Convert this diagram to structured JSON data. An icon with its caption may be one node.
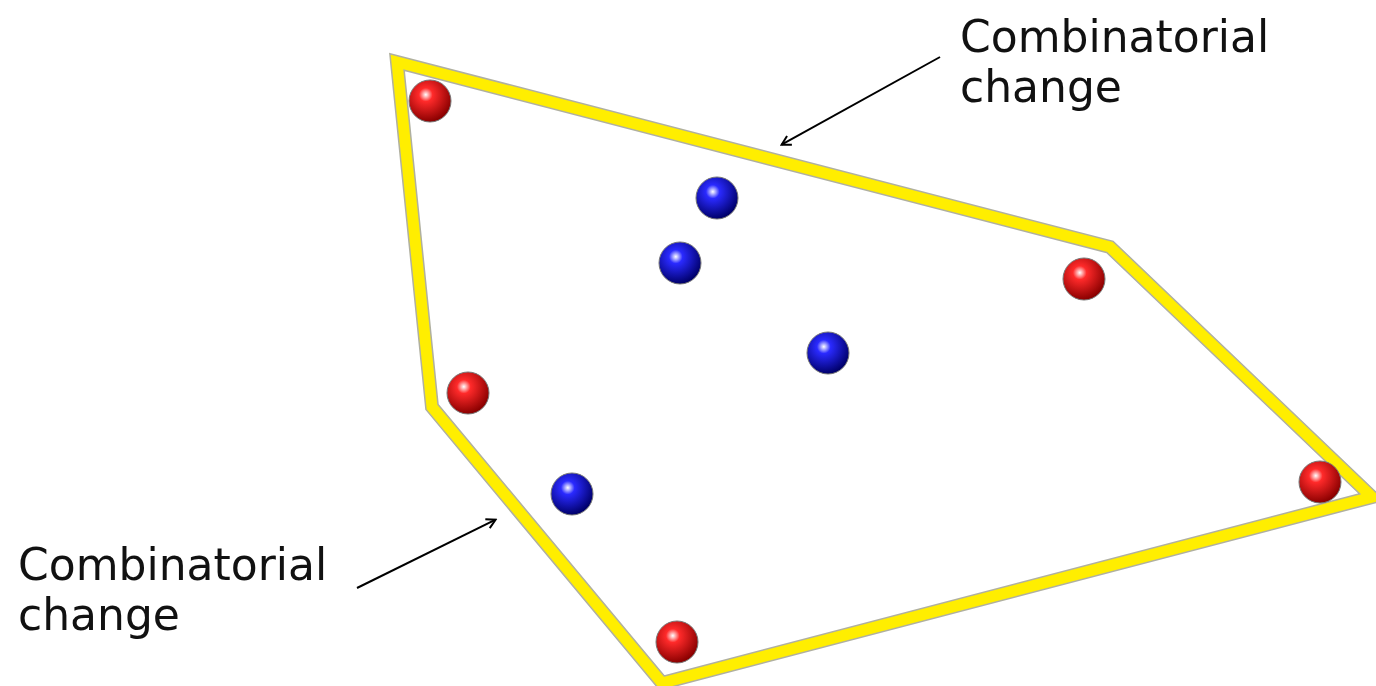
{
  "diagram": {
    "nodes": [
      {
        "text": [
          "Combinatorial change"
        ]
      },
      {
        "text": [
          "Combinatorial change"
        ]
      },
      {
        "text": [],
        "shape": "polygon"
      }
    ],
    "edges": [
      {
        "from": 0,
        "to": 2,
        "arrow": "to"
      },
      {
        "from": 1,
        "to": 2,
        "arrow": "to"
      }
    ]
  }
}
